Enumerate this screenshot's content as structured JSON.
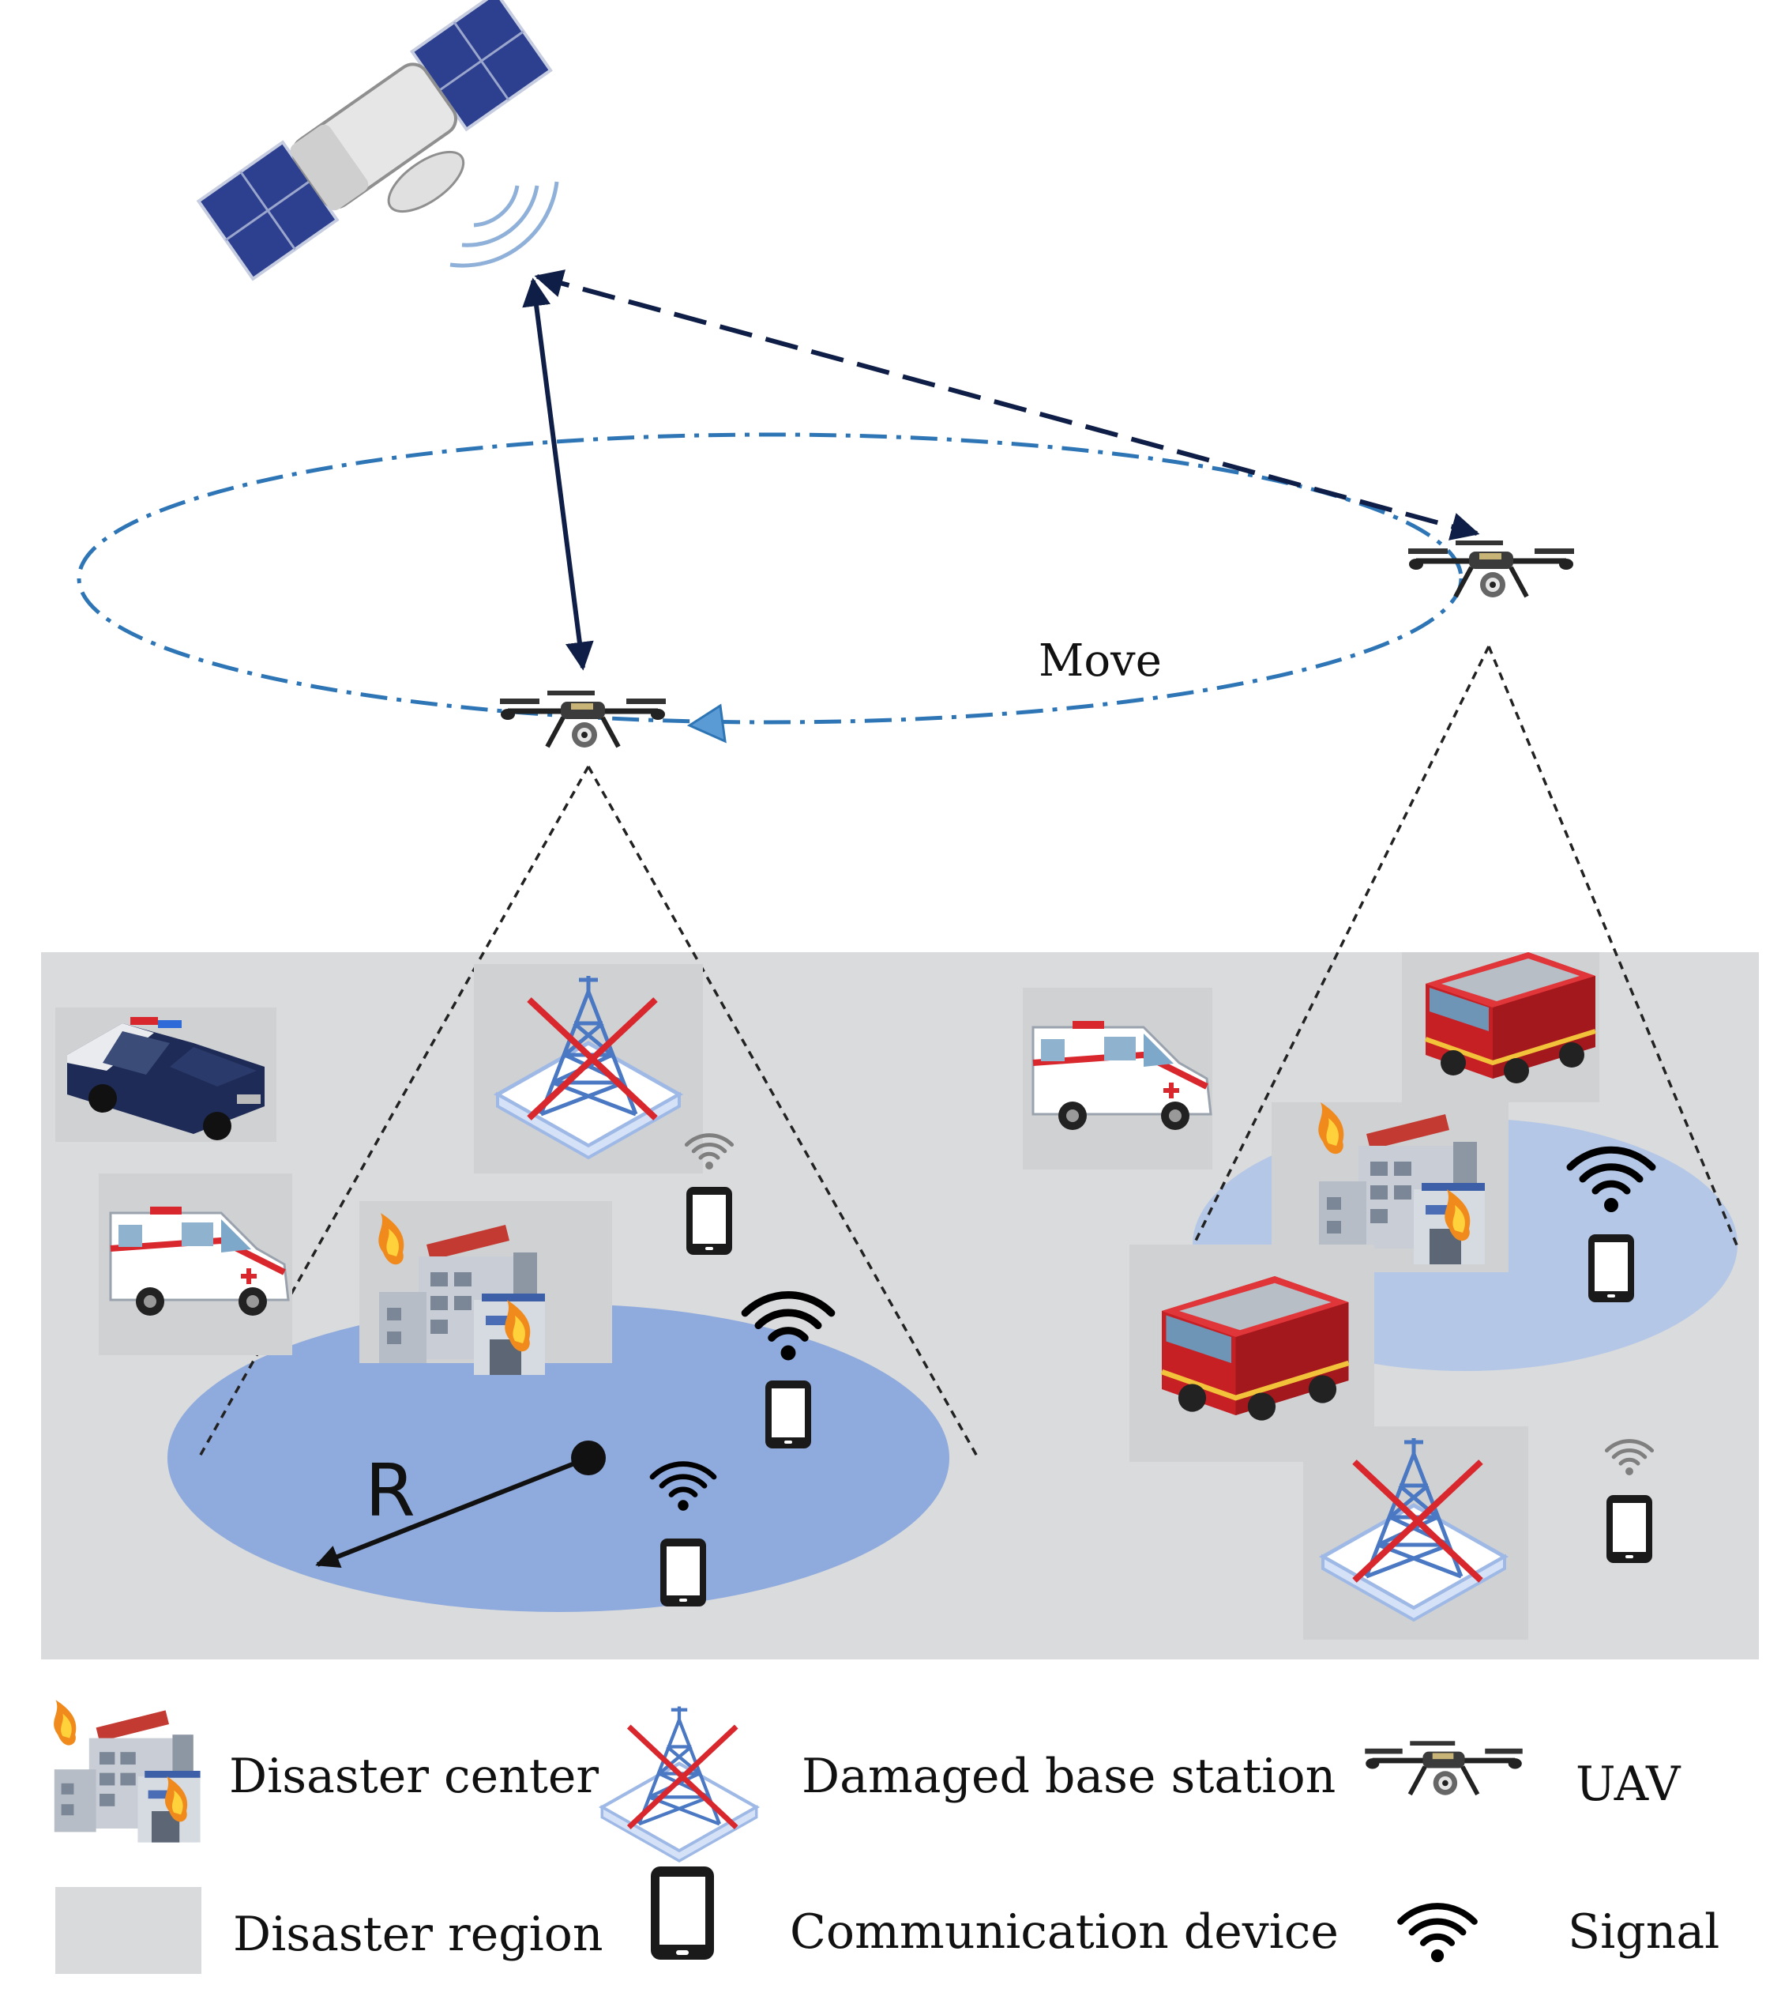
{
  "diagram": {
    "labels": {
      "move": "Move",
      "radius": "R"
    },
    "legend": {
      "disaster_center": "Disaster center",
      "damaged_base_station": "Damaged base station",
      "uav": "UAV",
      "disaster_region": "Disaster region",
      "communication_device": "Communication device",
      "signal": "Signal"
    },
    "colors": {
      "region": "#dadbdc",
      "coverage_left": "#8faadc",
      "coverage_right": "#b4c7e7",
      "orbit": "#2e75b6",
      "link": "#0f1e46",
      "cross": "#d9272e",
      "tower": "#4a78c2"
    },
    "icons": [
      "satellite-icon",
      "uav-icon",
      "police-car-icon",
      "ambulance-icon",
      "fire-truck-icon",
      "burning-building-icon",
      "damaged-tower-icon",
      "phone-icon",
      "wifi-signal-icon"
    ]
  }
}
